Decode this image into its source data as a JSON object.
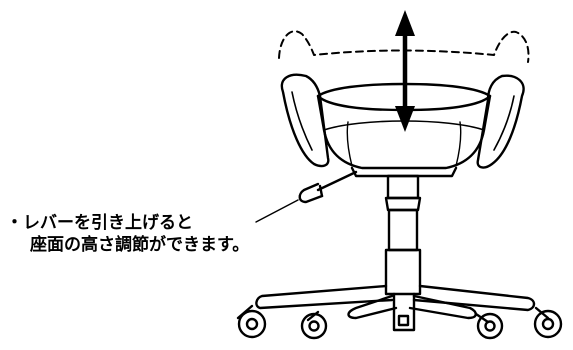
{
  "caption": {
    "line1": "・レバーを引き上げると",
    "line2": "座面の高さ調節ができます。"
  },
  "colors": {
    "stroke": "#000000",
    "background": "#ffffff"
  },
  "icons": {
    "arrow": "double-headed-vertical-arrow",
    "lever": "height-adjust-lever"
  }
}
